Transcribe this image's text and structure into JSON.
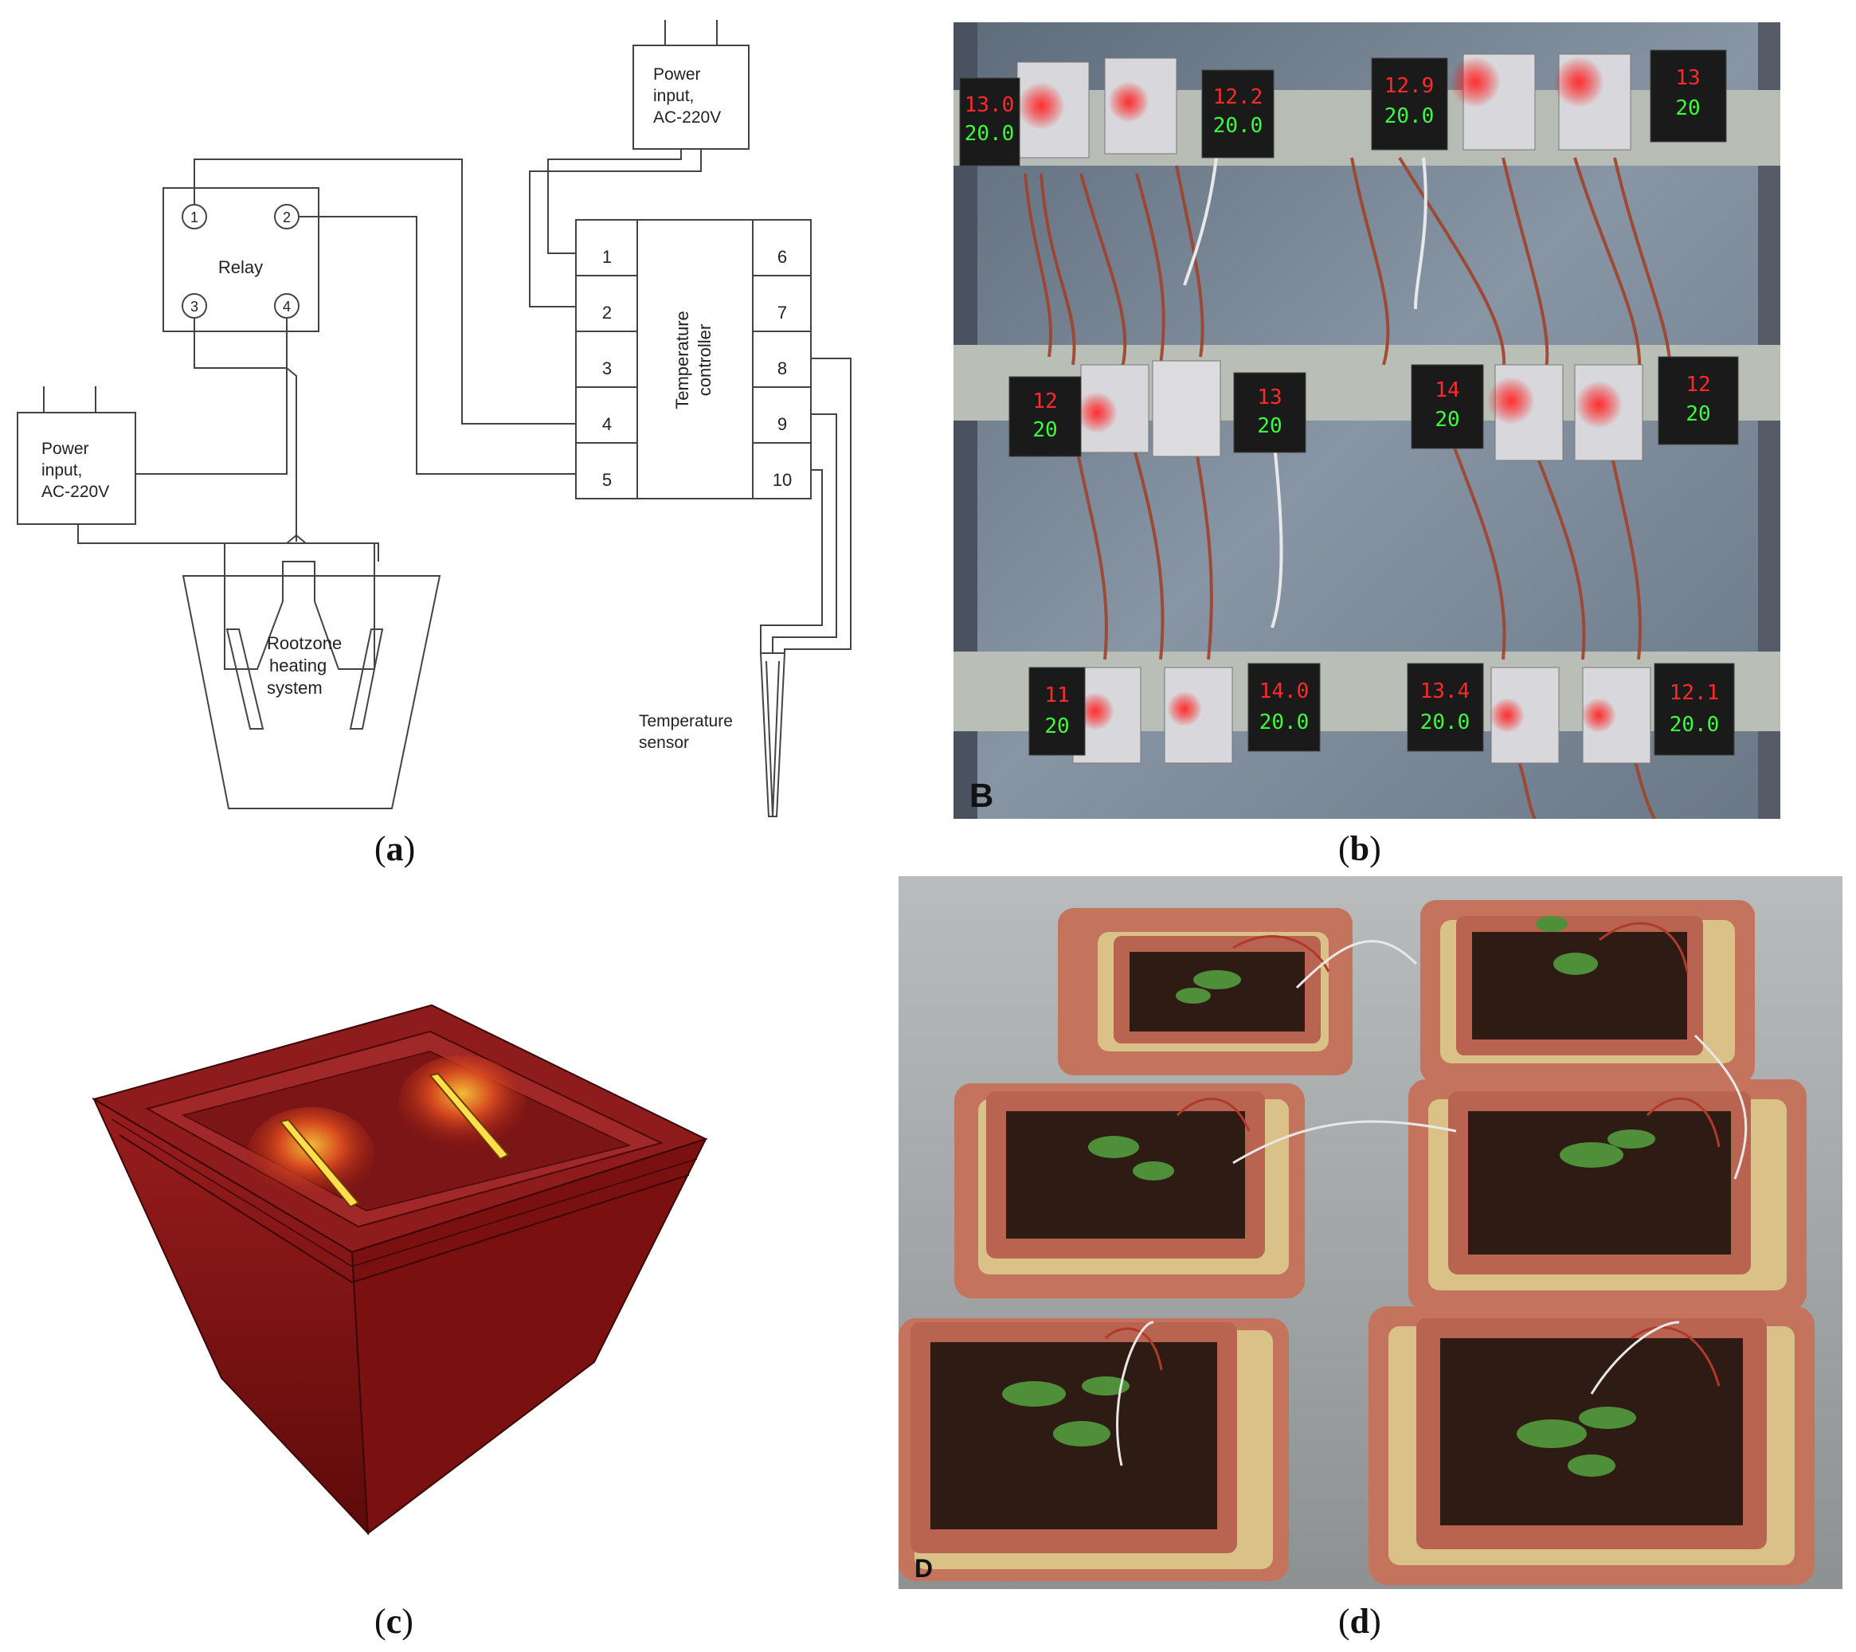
{
  "schematic": {
    "power_top": {
      "line1": "Power",
      "line2": "input,",
      "line3": "AC-220V"
    },
    "power_left": {
      "line1": "Power",
      "line2": "input,",
      "line3": "AC-220V"
    },
    "relay": {
      "title": "Relay",
      "pins": [
        "1",
        "2",
        "3",
        "4"
      ]
    },
    "controller": {
      "title_line1": "Temperature",
      "title_line2": "controller",
      "left_terminals": [
        "1",
        "2",
        "3",
        "4",
        "5"
      ],
      "right_terminals": [
        "6",
        "7",
        "8",
        "9",
        "10"
      ]
    },
    "heater": {
      "line1": "Rootzone",
      "line2": "heating",
      "line3": "system"
    },
    "sensor": {
      "line1": "Temperature",
      "line2": "sensor"
    }
  },
  "photo_b": {
    "corner_label": "B",
    "controllers_row1": [
      {
        "top": "13.0",
        "bottom": "20.0"
      },
      {
        "top": "12.2",
        "bottom": "20.0"
      },
      {
        "top": "12.9",
        "bottom": "20.0"
      },
      {
        "top": "13",
        "bottom": "20"
      }
    ],
    "controllers_row2": [
      {
        "top": "12",
        "bottom": "20"
      },
      {
        "top": "13",
        "bottom": "20"
      },
      {
        "top": "14",
        "bottom": "20"
      },
      {
        "top": "12",
        "bottom": "20"
      }
    ],
    "controllers_row3": [
      {
        "top": "11",
        "bottom": "20"
      },
      {
        "top": "14.0",
        "bottom": "20.0"
      },
      {
        "top": "13.4",
        "bottom": "20.0"
      },
      {
        "top": "12.1",
        "bottom": "20.0"
      }
    ]
  },
  "photo_d": {
    "corner_label": "D"
  },
  "captions": {
    "a": "a",
    "b": "b",
    "c": "c",
    "d": "d"
  }
}
